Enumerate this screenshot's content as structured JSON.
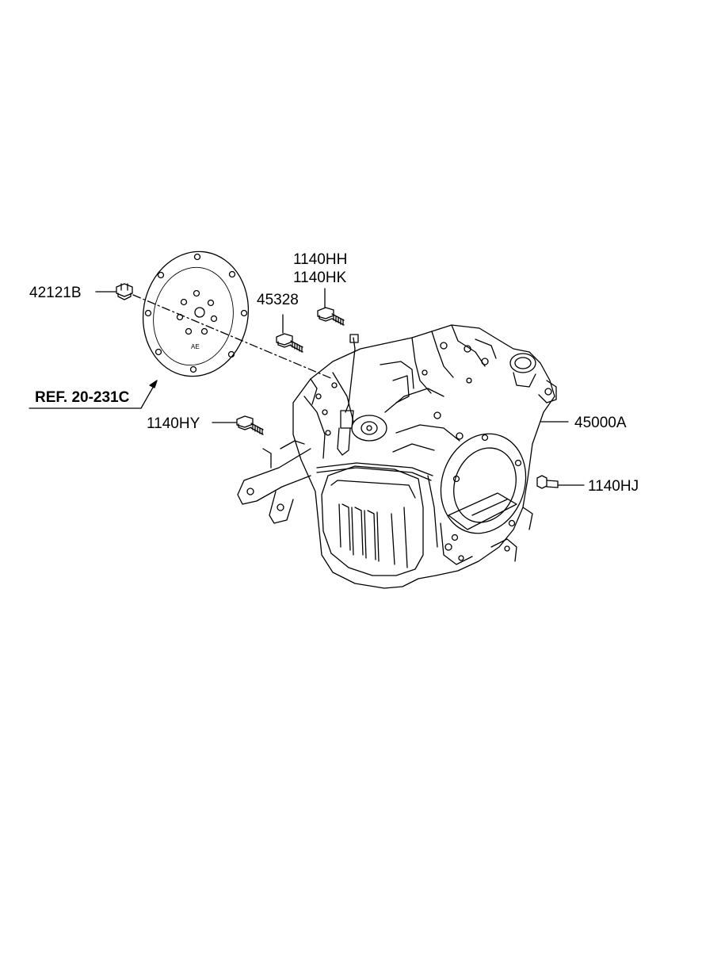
{
  "labels": {
    "p42121b": "42121B",
    "p1140hh": "1140HH",
    "p1140hk": "1140HK",
    "p45328": "45328",
    "p45000a": "45000A",
    "p1140hy": "1140HY",
    "p1140hj": "1140HJ",
    "ref": "REF. 20-231C"
  },
  "plate_marking": "AE",
  "colors": {
    "line": "#000000",
    "background": "#ffffff"
  }
}
